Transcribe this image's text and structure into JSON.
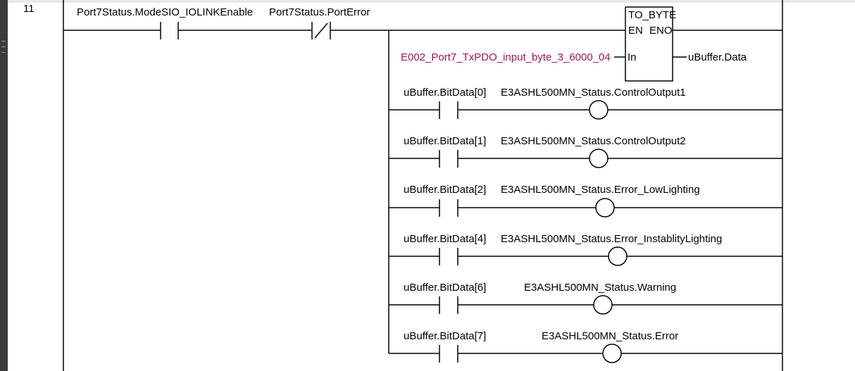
{
  "rung": {
    "number": "11"
  },
  "top_contacts": [
    {
      "label": "Port7Status.ModeSIO_IOLINKEnable",
      "type": "NO"
    },
    {
      "label": "Port7Status.PortError",
      "type": "NC"
    }
  ],
  "function_block": {
    "name": "TO_BYTE",
    "en": "EN",
    "eno": "ENO",
    "in_pin": "In",
    "input_var": "E002_Port7_TxPDO_input_byte_3_6000_04",
    "output_var": "uBuffer.Data"
  },
  "branches": [
    {
      "contact": "uBuffer.BitData[0]",
      "coil": "E3ASHL500MN_Status.ControlOutput1"
    },
    {
      "contact": "uBuffer.BitData[1]",
      "coil": "E3ASHL500MN_Status.ControlOutput2"
    },
    {
      "contact": "uBuffer.BitData[2]",
      "coil": "E3ASHL500MN_Status.Error_LowLighting"
    },
    {
      "contact": "uBuffer.BitData[4]",
      "coil": "E3ASHL500MN_Status.Error_InstablityLighting"
    },
    {
      "contact": "uBuffer.BitData[6]",
      "coil": "E3ASHL500MN_Status.Warning"
    },
    {
      "contact": "uBuffer.BitData[7]",
      "coil": "E3ASHL500MN_Status.Error"
    }
  ],
  "colors": {
    "wire": "#000000",
    "input_var": "#a0145a"
  }
}
